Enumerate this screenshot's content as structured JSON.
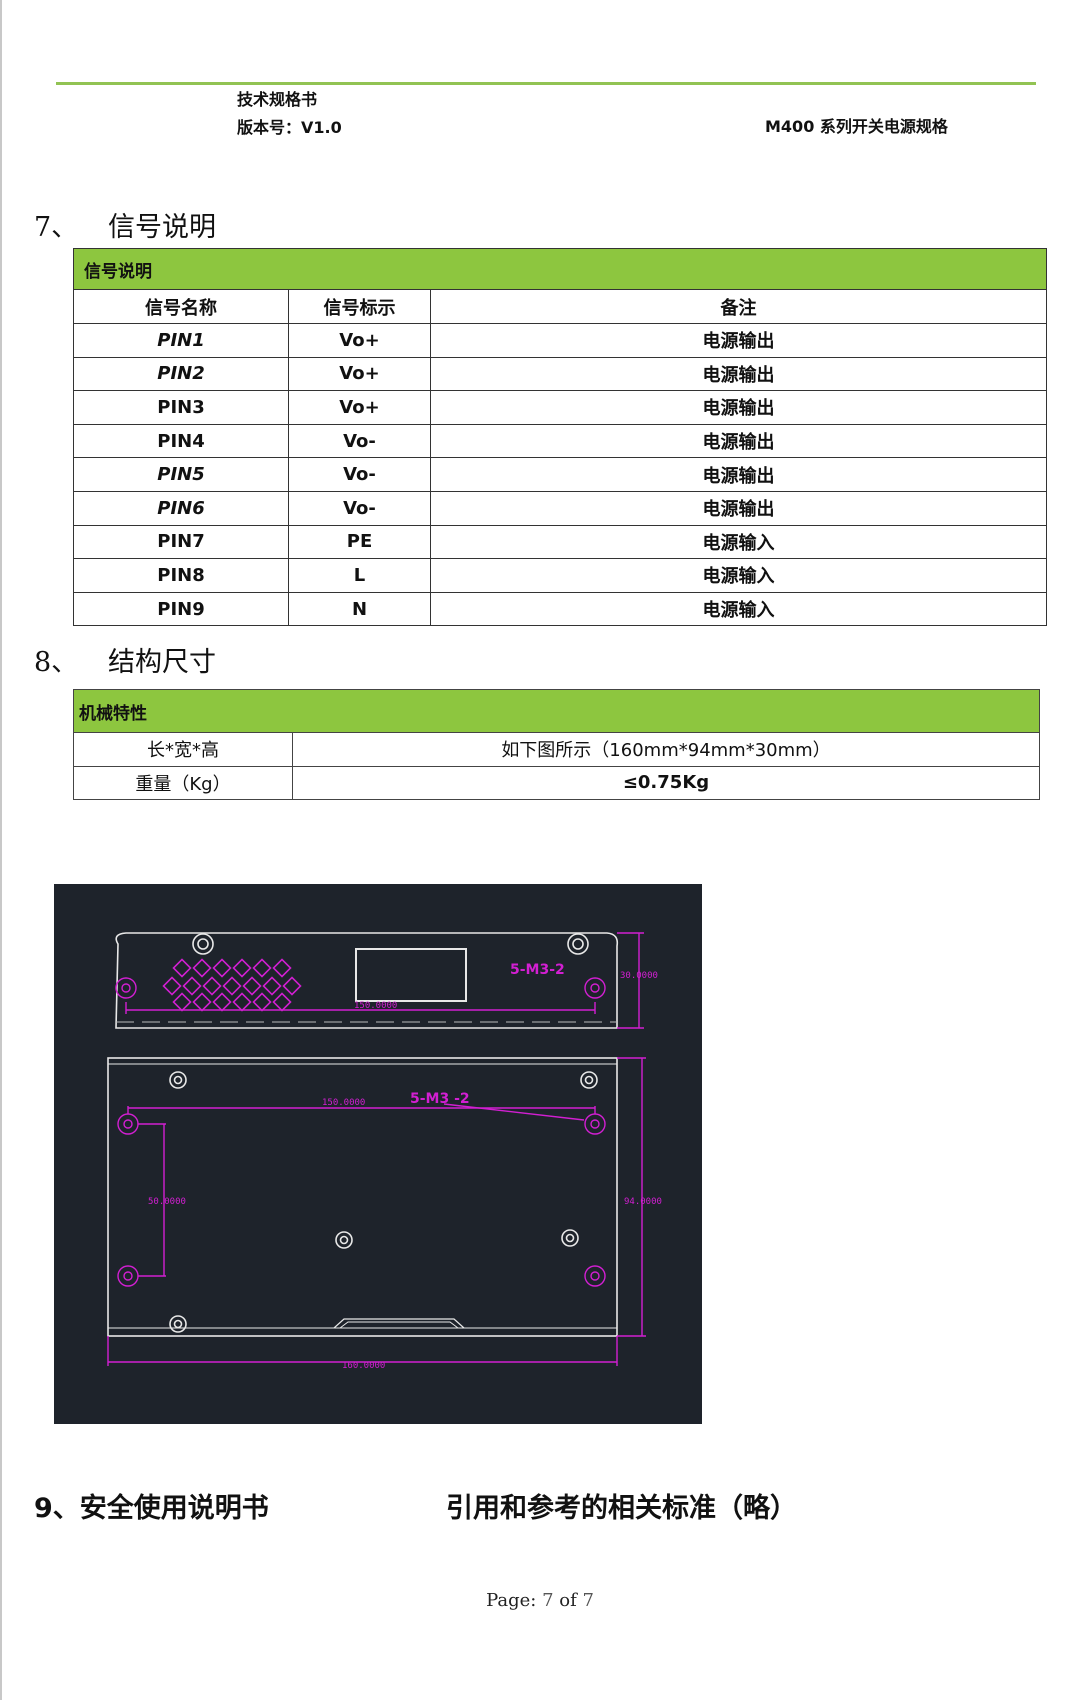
{
  "header": {
    "line1": "技术规格书",
    "version": "版本号：V1.0",
    "doc_title": "M400 系列开关电源规格"
  },
  "sec7": {
    "num": "7、",
    "title": "信号说明",
    "table_title": "信号说明",
    "columns": [
      "信号名称",
      "信号标示",
      "备注"
    ],
    "rows": [
      [
        "PIN1",
        "Vo+",
        "电源输出"
      ],
      [
        "PIN2",
        "Vo+",
        "电源输出"
      ],
      [
        "PIN3",
        "Vo+",
        "电源输出"
      ],
      [
        "PIN4",
        "Vo-",
        "电源输出"
      ],
      [
        "PIN5",
        "Vo-",
        "电源输出"
      ],
      [
        "PIN6",
        "Vo-",
        "电源输出"
      ],
      [
        "PIN7",
        "PE",
        "电源输入"
      ],
      [
        "PIN8",
        "L",
        "电源输入"
      ],
      [
        "PIN9",
        "N",
        "电源输入"
      ]
    ]
  },
  "sec8": {
    "num": "8、",
    "title": "结构尺寸",
    "table_title": "机械特性",
    "rows": [
      [
        "长*宽*高",
        "如下图所示（160mm*94mm*30mm）"
      ],
      [
        "重量（Kg）",
        "≤0.75Kg"
      ]
    ]
  },
  "drawing": {
    "label_holes_top": "5-M3-2",
    "label_holes_bottom": "5-M3 -2",
    "dim_top_width": "150.0000",
    "dim_height": "30.0000",
    "dim_inner_width": "150.0000",
    "dim_pitch": "50.0000",
    "dim_depth": "94.0000",
    "dim_total_width": "160.0000",
    "colors": {
      "background": "#1e232b",
      "outline": "#ffffff",
      "dimension": "#d21fd2"
    }
  },
  "sec9": {
    "title": "9、安全使用说明书",
    "ref": "引用和参考的相关标准（略）"
  },
  "footer": {
    "prefix": "Page: ",
    "page": "7",
    "of": " of ",
    "total": "7"
  }
}
